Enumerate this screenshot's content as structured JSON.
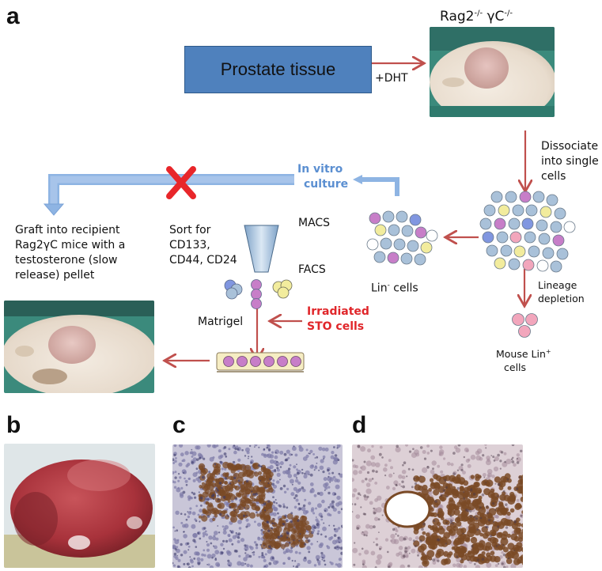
{
  "panels": {
    "a": "a",
    "b": "b",
    "c": "c",
    "d": "d"
  },
  "top": {
    "mouse_strain": "Rag2",
    "mouse_strain_sup": "-/-",
    "mouse_strain_gamma": " γC",
    "mouse_strain_sup2": "-/-",
    "tissue_box": "Prostate tissue",
    "hormone": "+DHT"
  },
  "flow": {
    "dissociate": [
      "Dissociate",
      "into single",
      "cells"
    ],
    "lineage": [
      "Lineage",
      "depletion"
    ],
    "mouse_lin_pos": [
      "Mouse Lin",
      "+",
      "cells"
    ],
    "lin_neg": [
      "Lin",
      "-",
      " cells"
    ],
    "in_vitro": [
      "In vitro",
      "culture"
    ],
    "graft": [
      "Graft into recipient",
      "Rag2γC mice with a",
      "testosterone (slow",
      "release) pellet"
    ],
    "sort": [
      "Sort for",
      "CD133,",
      "CD44, CD24"
    ],
    "macs": "MACS",
    "facs": "FACS",
    "matrigel": "Matrigel",
    "sto": [
      "Irradiated",
      "STO cells"
    ]
  },
  "colors": {
    "tissue_box_fill": "#4f81bd",
    "tissue_box_stroke": "#2e5a8a",
    "arrow_red": "#c0504d",
    "blue_arrow": "#8eb4e3",
    "cross_red": "#e8262a",
    "cell_blue": "#a9c1d9",
    "cell_purple": "#c77ec8",
    "cell_yellow": "#f2ec9d",
    "cell_pink": "#f2a6bc",
    "cell_navy": "#8096e0",
    "cell_white": "#ffffff",
    "mouse_bg": "#3b8a7c",
    "tissue_pink": "#b8464e",
    "stain_brown": "#7a4a26",
    "stain_purple": "#7d7aa8"
  }
}
